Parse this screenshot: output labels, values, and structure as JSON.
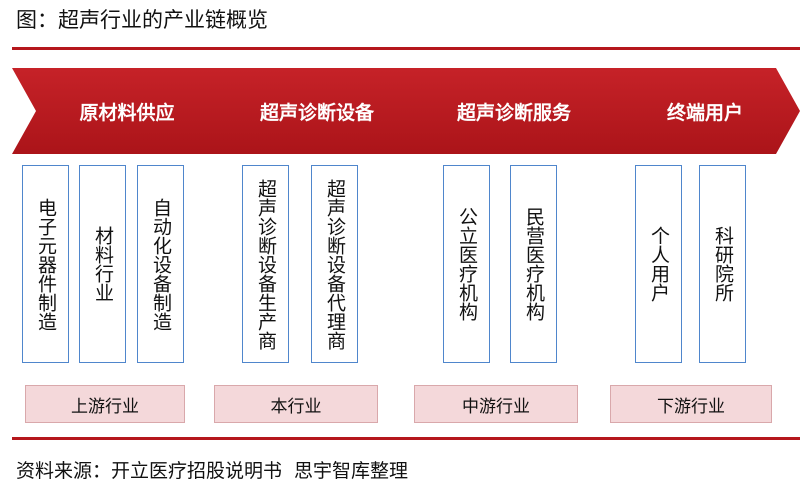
{
  "title": "图：超声行业的产业链概览",
  "stages": [
    {
      "label": "原材料供应"
    },
    {
      "label": "超声诊断设备"
    },
    {
      "label": "超声诊断服务"
    },
    {
      "label": "终端用户"
    }
  ],
  "categories": [
    "电子元器件制造",
    "材料行业",
    "自动化设备制造",
    "超声诊断设备生产商",
    "超声诊断设备代理商",
    "公立医疗机构",
    "民营医疗机构",
    "个人用户",
    "科研院所"
  ],
  "tiers": [
    "上游行业",
    "本行业",
    "中游行业",
    "下游行业"
  ],
  "source": {
    "label": "资料来源：开立医疗招股说明书",
    "org": "思宇智库整理"
  },
  "colors": {
    "accent": "#b5171c",
    "box_border": "#4f86cc",
    "tier_fill": "#f4d8da"
  }
}
